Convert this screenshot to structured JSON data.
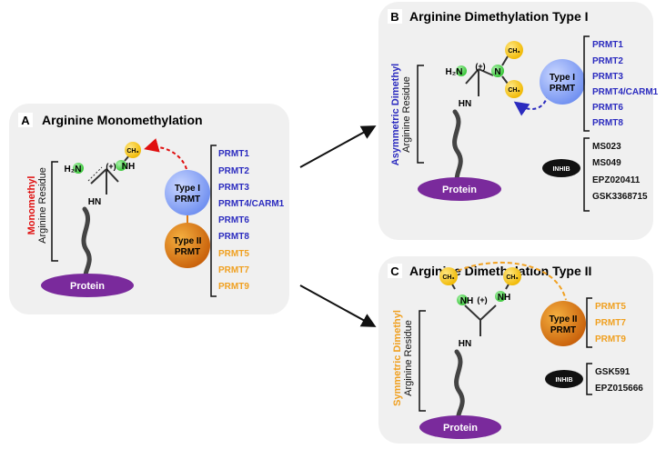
{
  "colors": {
    "panel_bg": "#f0f0f0",
    "blue_text": "#2b2bbf",
    "orange_text": "#f0a020",
    "red_text": "#e01010",
    "green_atom": "#3fd23f",
    "yellow_atom": "#f2c200",
    "protein": "#7a2a9c",
    "type1_circle": "#7f9cf0",
    "type2_circle": "#e07a10"
  },
  "panelA": {
    "letter": "A",
    "title": "Arginine Monomethylation",
    "side_label_colored": "Monomethyl",
    "side_label_black": "Arginine Residue",
    "protein": "Protein",
    "nh2": "H₂N",
    "nh": "NH",
    "hn": "HN",
    "charge": "(+)",
    "ch3": "CH₃",
    "type1": [
      "Type I",
      "PRMT"
    ],
    "type2": [
      "Type II",
      "PRMT"
    ],
    "prmt_blue": [
      "PRMT1",
      "PRMT2",
      "PRMT3",
      "PRMT4/CARM1",
      "PRMT6",
      "PRMT8"
    ],
    "prmt_orange": [
      "PRMT5",
      "PRMT7",
      "PRMT9"
    ]
  },
  "panelB": {
    "letter": "B",
    "title": "Arginine Dimethylation Type I",
    "side_label_colored": "Asymmetric Dimethyl",
    "side_label_black": "Arginine Residue",
    "protein": "Protein",
    "h2n": "H₂N",
    "n": "N",
    "hn": "HN",
    "charge": "(+)",
    "ch3_top": "CH₃",
    "ch3_bottom": "CH₃",
    "type1": [
      "Type I",
      "PRMT"
    ],
    "prmt": [
      "PRMT1",
      "PRMT2",
      "PRMT3",
      "PRMT4/CARM1",
      "PRMT6",
      "PRMT8"
    ],
    "inhib": "INHIB",
    "inhibitors": [
      "MS023",
      "MS049",
      "EPZ020411",
      "GSK3368715"
    ]
  },
  "panelC": {
    "letter": "C",
    "title": "Arginine Dimethylation Type II",
    "side_label_colored": "Symmetric Dimethyl",
    "side_label_black": "Arginine Residue",
    "protein": "Protein",
    "nh_left": "NH",
    "nh_right": "NH",
    "hn": "HN",
    "charge": "(+)",
    "ch3_left": "CH₃",
    "ch3_right": "CH₃",
    "type2": [
      "Type II",
      "PRMT"
    ],
    "prmt": [
      "PRMT5",
      "PRMT7",
      "PRMT9"
    ],
    "inhib": "INHIB",
    "inhibitors": [
      "GSK591",
      "EPZ015666"
    ]
  }
}
